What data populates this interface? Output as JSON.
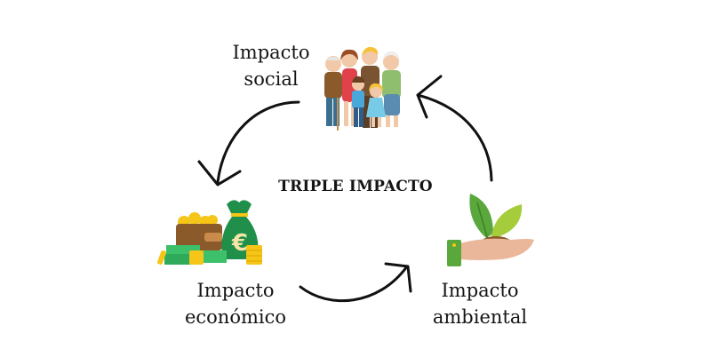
{
  "diagram": {
    "title": "TRIPLE IMPACTO",
    "type": "cycle",
    "nodes": [
      {
        "id": "social",
        "label_line1": "Impacto",
        "label_line2": "social",
        "icon": "family-icon"
      },
      {
        "id": "economico",
        "label_line1": "Impacto",
        "label_line2": "económico",
        "icon": "money-bag-euro-icon"
      },
      {
        "id": "ambiental",
        "label_line1": "Impacto",
        "label_line2": "ambiental",
        "icon": "hand-plant-icon"
      }
    ],
    "edges": [
      {
        "from": "social",
        "to": "economico"
      },
      {
        "from": "economico",
        "to": "ambiental"
      },
      {
        "from": "ambiental",
        "to": "social"
      }
    ],
    "colors": {
      "arrow": "#111111",
      "money_green": "#1f8f4a",
      "gold": "#f5c518",
      "leaf_green": "#5aa83c",
      "skin": "#eab79a"
    }
  }
}
